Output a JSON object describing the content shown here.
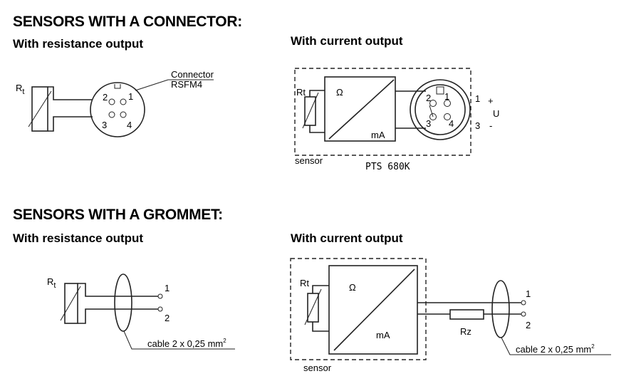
{
  "connector_section": {
    "title": "SENSORS WITH A CONNECTOR:",
    "resistance": {
      "subtitle": "With resistance output",
      "rt_label": "R",
      "rt_sub": "t",
      "connector_label": "Connector",
      "connector_model": "RSFM4",
      "pins": [
        "1",
        "2",
        "3",
        "4"
      ]
    },
    "current": {
      "subtitle": "With current output",
      "rt_label": "Rt",
      "ohm": "Ω",
      "ma": "mA",
      "pins": [
        "1",
        "2",
        "3",
        "4"
      ],
      "side_pin_1": "1",
      "side_pin_3": "3",
      "plus": "+",
      "minus": "-",
      "u_label": "U",
      "sensor_label": "sensor",
      "model": "PTS 680K"
    }
  },
  "grommet_section": {
    "title": "SENSORS WITH A GROMMET:",
    "resistance": {
      "subtitle": "With resistance output",
      "rt_label": "R",
      "rt_sub": "t",
      "wire_1": "1",
      "wire_2": "2",
      "cable_label": "cable",
      "cable_spec": "2 x 0,25 mm",
      "cable_sup": "2"
    },
    "current": {
      "subtitle": "With current output",
      "rt_label": "Rt",
      "ohm": "Ω",
      "ma": "mA",
      "rz_label": "Rz",
      "wire_1": "1",
      "wire_2": "2",
      "cable_label": "cable",
      "cable_spec": "2 x 0,25 mm",
      "cable_sup": "2",
      "sensor_label": "sensor"
    }
  }
}
